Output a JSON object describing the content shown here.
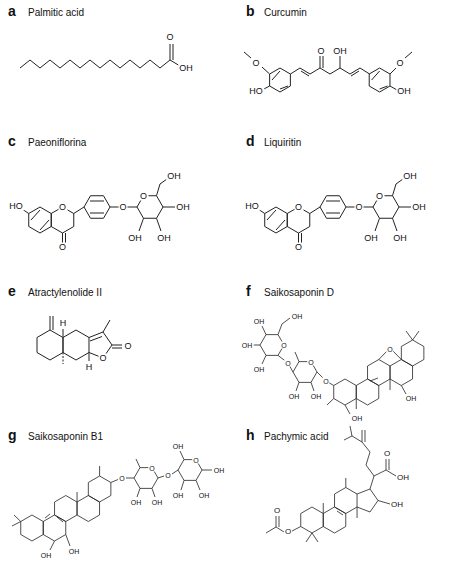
{
  "diagram": {
    "labels": [
      "a",
      "Palmitic acid",
      "O",
      "OH",
      "b",
      "Curcumin",
      "O",
      "HO",
      "O",
      "OH",
      "O",
      "OH",
      "c",
      "Paeoniflorina",
      "HO",
      "O",
      "O",
      "O",
      "O",
      "OH",
      "OH",
      "OH",
      "OH",
      "d",
      "Liquiritin",
      "HO",
      "O",
      "O",
      "O",
      "O",
      "OH",
      "OH",
      "OH",
      "OH",
      "e",
      "Atractylenolide II",
      "H",
      "H",
      "O",
      "O",
      "f",
      "Saikosaponin D",
      "OH",
      "OH",
      "OH",
      "O",
      "OH",
      "O",
      "O",
      "OH",
      "OH",
      "O",
      "OH",
      "OH",
      "O",
      "g",
      "Saikosaponin B1",
      "O",
      "O",
      "OH",
      "OH",
      "O",
      "O",
      "OH",
      "OH",
      "OH",
      "OH",
      "OH",
      "OH",
      "h",
      "Pachymic acid",
      "O",
      "O",
      "O",
      "OH",
      "OH"
    ]
  }
}
